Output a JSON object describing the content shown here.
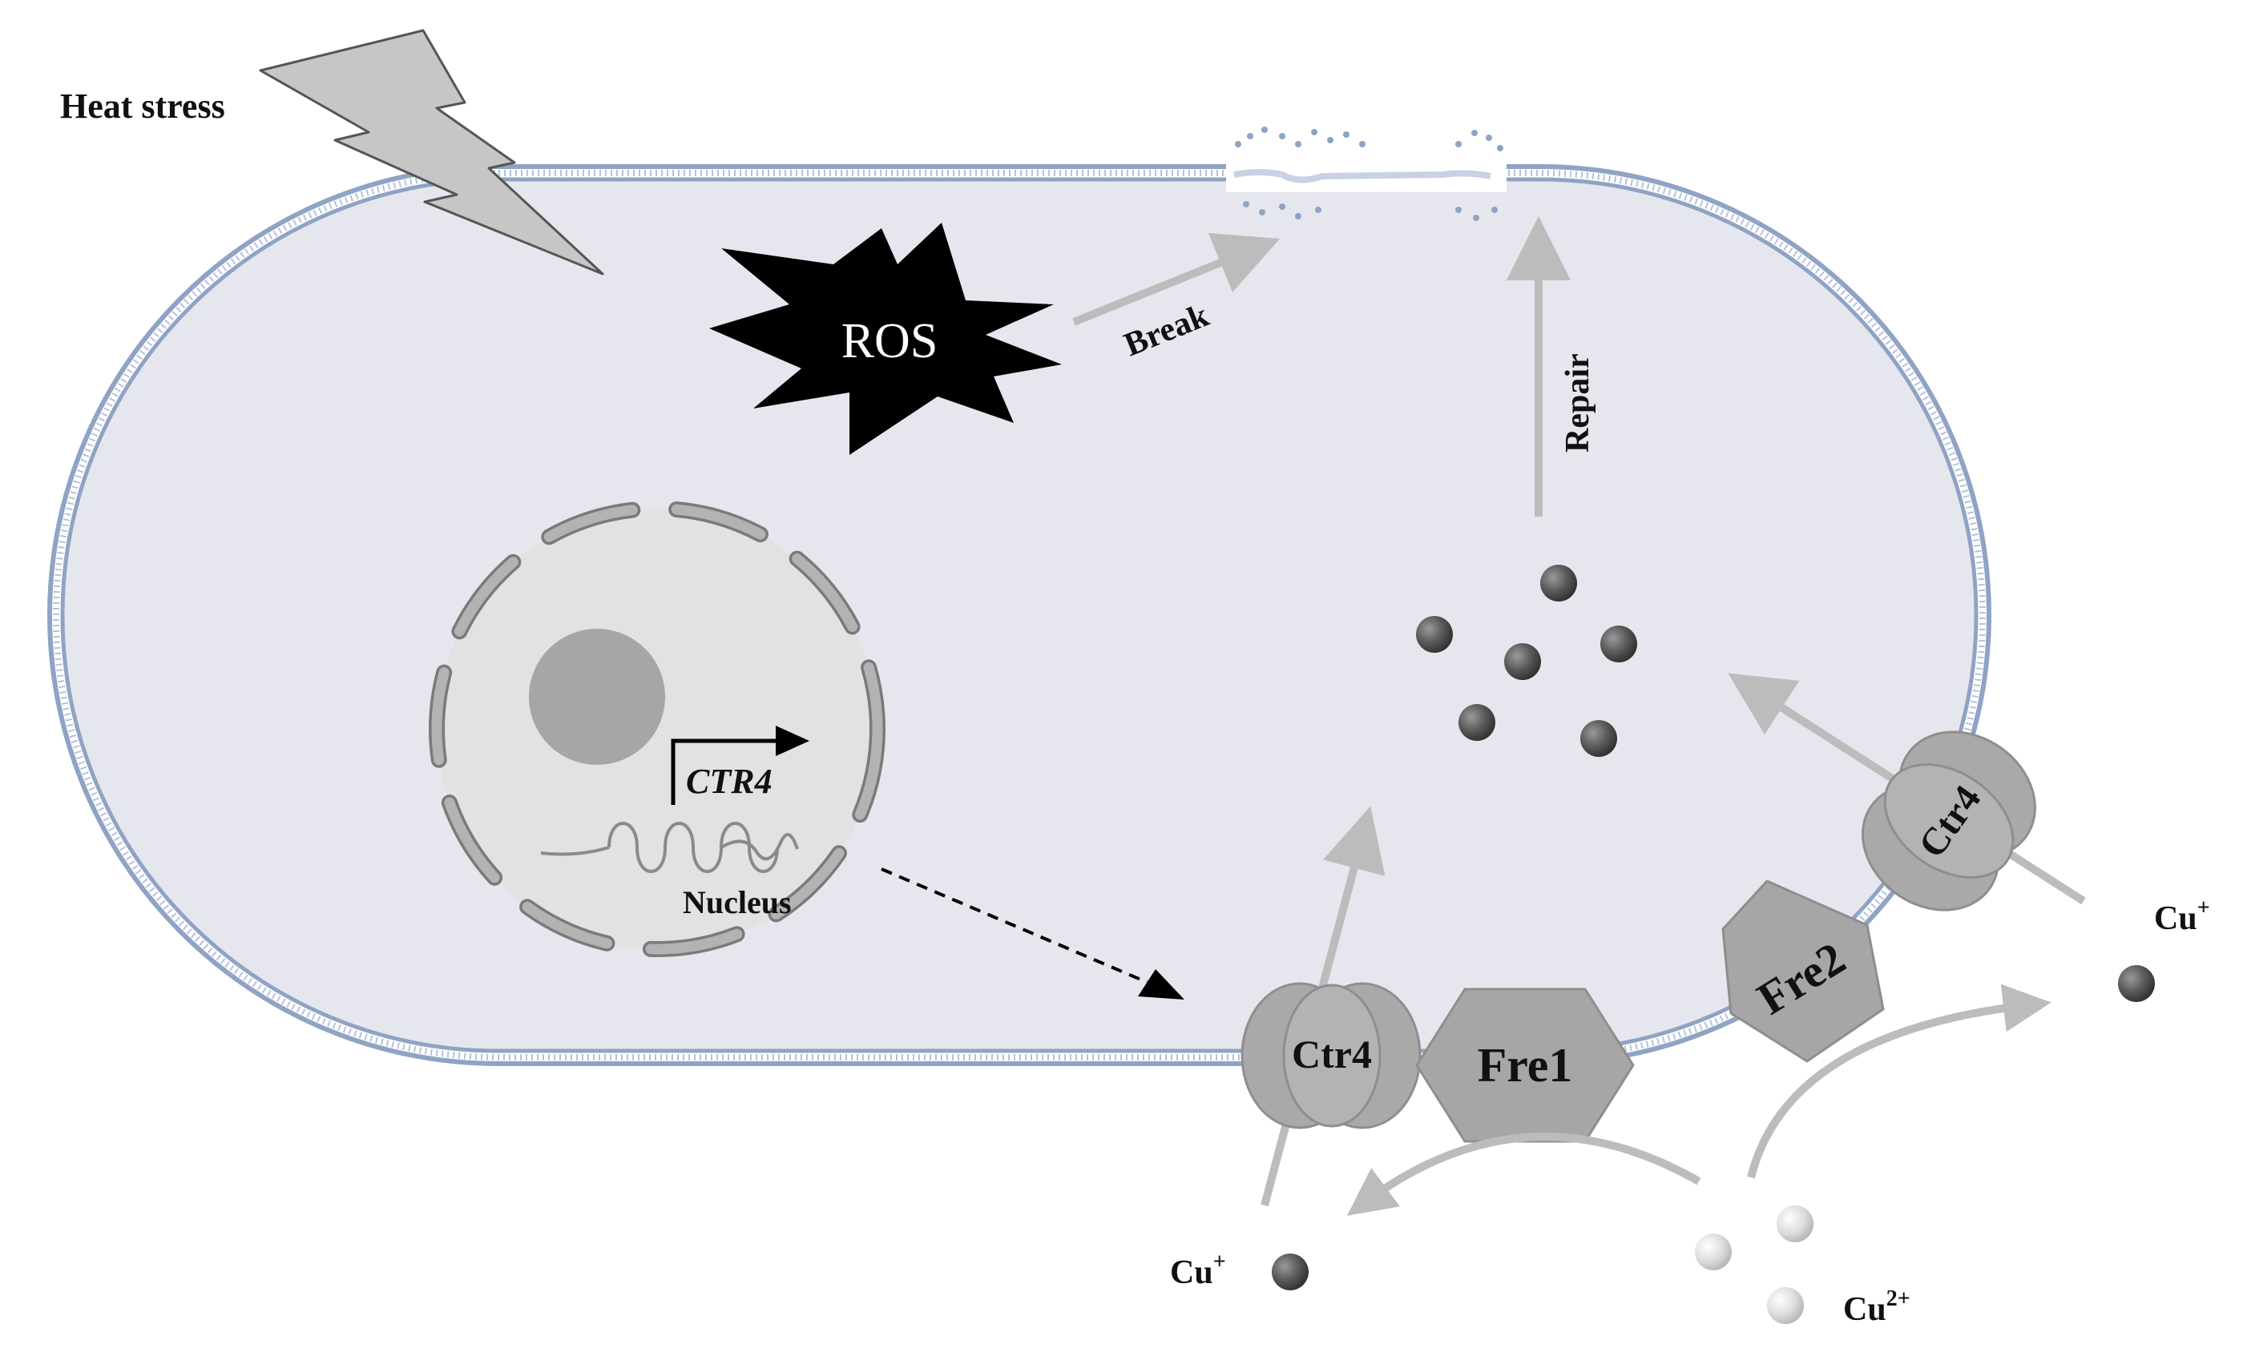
{
  "labels": {
    "heat_stress": "Heat stress",
    "ros": "ROS",
    "break": "Break",
    "repair": "Repair",
    "gene": "CTR4",
    "nucleus": "Nucleus",
    "ctr4_bottom": "Ctr4",
    "ctr4_right": "Ctr4",
    "fre1": "Fre1",
    "fre2": "Fre2",
    "cu_plus_right": "Cu",
    "cu_plus_right_sup": "+",
    "cu_plus_bottom": "Cu",
    "cu_plus_bottom_sup": "+",
    "cu_2plus": "Cu",
    "cu_2plus_sup": "2+"
  },
  "colors": {
    "cytoplasm": "#e6e7ee",
    "membrane": "#8fa3c4",
    "protein": "#a6a6a6",
    "arrow": "#bcbcbc",
    "cu_plus": "#595959",
    "cu_2plus": "#d9d9d9",
    "ros": "#000000"
  },
  "icons": [
    "lightning-bolt-icon",
    "ros-burst-icon",
    "dna-helix-icon",
    "transcription-arrow-icon"
  ]
}
